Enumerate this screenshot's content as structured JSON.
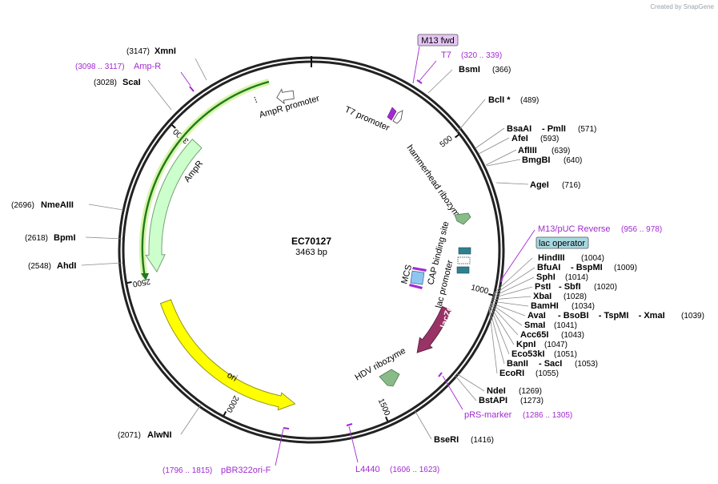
{
  "watermark": "Created by SnapGene",
  "plasmid": {
    "name": "EC70127",
    "size": "3463 bp",
    "length": 3463
  },
  "ticks": [
    "500",
    "1000",
    "1500",
    "2000",
    "2500",
    "3000"
  ],
  "sites": [
    {
      "name": "XmnI",
      "pos": "(3147)"
    },
    {
      "name": "ScaI",
      "pos": "(3028)"
    },
    {
      "name": "BsmI",
      "pos": "(366)"
    },
    {
      "name": "BclI *",
      "pos": "(489)"
    },
    {
      "name": "BsaAI",
      "extra": "- PmlI",
      "pos": "(571)"
    },
    {
      "name": "AfeI",
      "pos": "(593)"
    },
    {
      "name": "AflIII",
      "pos": "(639)"
    },
    {
      "name": "BmgBI",
      "pos": "(640)"
    },
    {
      "name": "AgeI",
      "pos": "(716)"
    },
    {
      "name": "HindIII",
      "pos": "(1004)"
    },
    {
      "name": "BfuAI",
      "extra": "- BspMI",
      "pos": "(1009)"
    },
    {
      "name": "SphI",
      "pos": "(1014)"
    },
    {
      "name": "PstI",
      "extra": "- SbfI",
      "pos": "(1020)"
    },
    {
      "name": "XbaI",
      "pos": "(1028)"
    },
    {
      "name": "BamHI",
      "pos": "(1034)"
    },
    {
      "name": "AvaI",
      "extra": "- BsoBI    - TspMI    - XmaI",
      "pos": "(1039)"
    },
    {
      "name": "SmaI",
      "pos": "(1041)"
    },
    {
      "name": "Acc65I",
      "pos": "(1043)"
    },
    {
      "name": "KpnI",
      "pos": "(1047)"
    },
    {
      "name": "Eco53kI",
      "pos": "(1051)"
    },
    {
      "name": "BanII",
      "extra": "- SacI",
      "pos": "(1053)"
    },
    {
      "name": "EcoRI",
      "pos": "(1055)"
    },
    {
      "name": "NdeI",
      "pos": "(1269)"
    },
    {
      "name": "BstAPI",
      "pos": "(1273)"
    },
    {
      "name": "BseRI",
      "pos": "(1416)"
    },
    {
      "name": "AlwNI",
      "pos": "(2071)"
    },
    {
      "name": "AhdI",
      "pos": "(2548)"
    },
    {
      "name": "BpmI",
      "pos": "(2618)"
    },
    {
      "name": "NmeAIII",
      "pos": "(2696)"
    }
  ],
  "primers": [
    {
      "name": "Amp-R",
      "pos": "(3098 .. 3117)"
    },
    {
      "name": "M13 fwd"
    },
    {
      "name": "T7",
      "pos": "(320 .. 339)"
    },
    {
      "name": "M13/pUC Reverse",
      "pos": "(956 .. 978)"
    },
    {
      "name": "pRS-marker",
      "pos": "(1286 .. 1305)"
    },
    {
      "name": "L4440",
      "pos": "(1606 .. 1623)"
    },
    {
      "name": "pBR322ori-F",
      "pos": "(1796 .. 1815)"
    }
  ],
  "features": {
    "amp_promoter": "AmpR promoter",
    "ampr": "AmpR",
    "t7_promoter": "T7 promoter",
    "hammerhead": "hammerhead ribozyme",
    "cap": "CAP binding site",
    "lac_operator": "lac operator",
    "lac_promoter": "lac promoter",
    "mcs": "MCS",
    "lacz": "lacZα",
    "hdv": "HDV ribozyme",
    "ori": "ori"
  },
  "colors": {
    "ampr_fill": "#ccffcc",
    "ori_fill": "#ffff00",
    "lacz_fill": "#993366",
    "ribozyme_fill": "#88bb88",
    "primer_bar": "#a12ad0",
    "highlight_green": "#1e7a1e",
    "lac_operator_fill": "#a8d8e0",
    "m13_fill": "#e6c6f5"
  }
}
